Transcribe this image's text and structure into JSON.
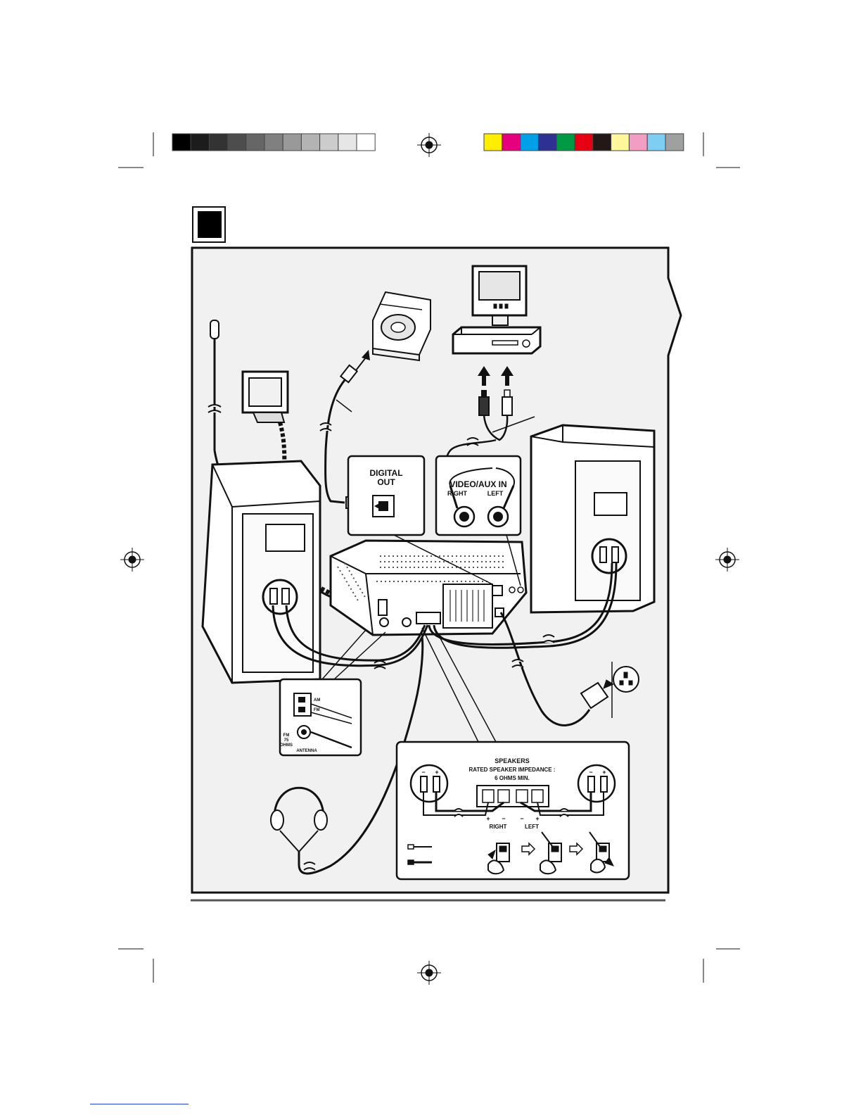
{
  "colors": {
    "grayscale_bar": [
      "#000000",
      "#1c1c1c",
      "#333333",
      "#4d4d4d",
      "#666666",
      "#808080",
      "#999999",
      "#b3b3b3",
      "#cccccc",
      "#e6e6e6",
      "#ffffff"
    ],
    "color_bar": [
      "#ffee00",
      "#e6007e",
      "#00a0e9",
      "#2e3192",
      "#009944",
      "#e60012",
      "#231815",
      "#fff799",
      "#f19ec2",
      "#7ecef4",
      "#9fa0a0"
    ],
    "panel_fill": "#f1f1f1",
    "ink": "#111111"
  },
  "labels": {
    "digital_out": "DIGITAL\nOUT",
    "video_aux_in": "VIDEO/AUX IN",
    "right": "RIGHT",
    "left": "LEFT",
    "speakers_title": "SPEAKERS",
    "speakers_impedance": "RATED SPEAKER IMPEDANCE :",
    "speakers_ohms": "6 OHMS MIN.",
    "speaker_right": "RIGHT",
    "speaker_left": "LEFT",
    "plus": "+",
    "minus": "−",
    "antenna": "ANTENNA",
    "fm_ohm": "FM\n75\nOHMS",
    "am": "AM",
    "fm": "FM"
  },
  "icons": [
    "registration-mark-icon",
    "fm-wire-antenna-icon",
    "am-loop-antenna-icon",
    "minidisc-recorder-icon",
    "tv-icon",
    "vcr-icon",
    "rca-plug-icon",
    "optical-plug-icon",
    "speaker-cabinet-icon",
    "stereo-main-unit-icon",
    "headphones-icon",
    "mains-plug-icon",
    "wall-socket-icon",
    "hand-press-icon",
    "arrow-right-icon"
  ]
}
